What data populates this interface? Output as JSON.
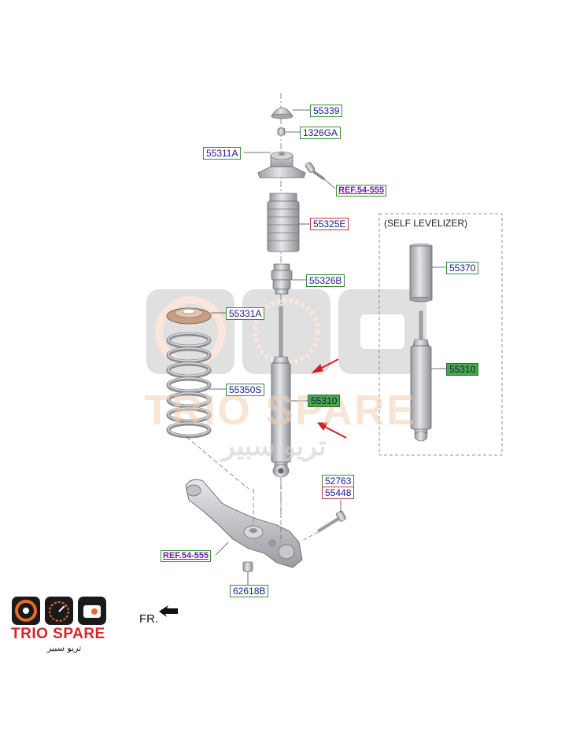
{
  "part_labels": {
    "p55339": "55339",
    "p1326ga": "1326GA",
    "p55311a": "55311A",
    "p55325e": "55325E",
    "p55326b": "55326B",
    "p55331a": "55331A",
    "p55350s": "55350S",
    "p55310_main": "55310",
    "p55370": "55370",
    "p55310_self": "55310",
    "p52763": "52763",
    "p55448": "55448",
    "p62618b": "62618B"
  },
  "references": {
    "ref_top": "REF.54-555",
    "ref_bottom": "REF.54-555"
  },
  "self_levelizer_title": "(SELF LEVELIZER)",
  "front_indicator": "FR.",
  "watermark": {
    "brand": "TRIO SPARE",
    "arabic": "تريو سبير"
  },
  "logo": {
    "brand": "TRIO SPARE",
    "arabic": "تريو سبير"
  },
  "colors": {
    "label_border_green": "#3a8a3a",
    "label_border_red": "#c0393b",
    "label_fill_green": "#4aa84a",
    "label_text": "#1a1a8c",
    "reference_text": "#6a1fa0",
    "arrow_red": "#d01f25",
    "brand_red": "#d9232a",
    "brand_black": "#1a1a1a",
    "part_gray": "#c9cace"
  }
}
